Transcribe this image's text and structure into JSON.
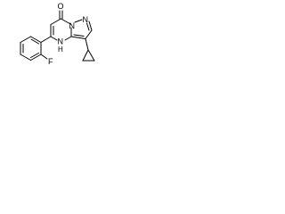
{
  "molecule": {
    "atoms": {
      "oxygen": "O",
      "n_bridge": "N",
      "n_pyrazole": "N",
      "n_h": "N",
      "h": "H",
      "fluorine": "F"
    }
  },
  "colors": {
    "bond": "#000000",
    "background": "#ffffff"
  }
}
